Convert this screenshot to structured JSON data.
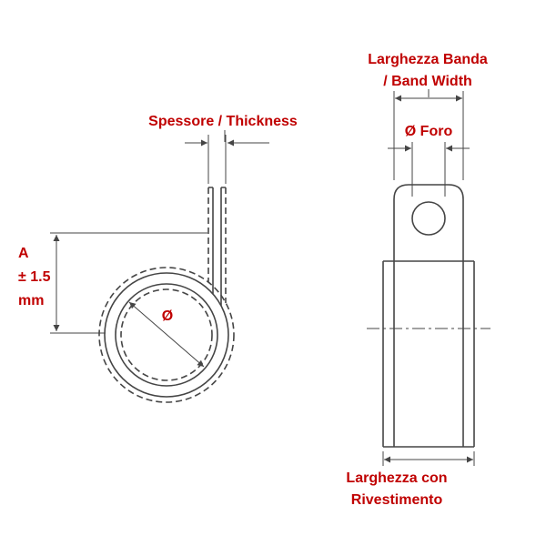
{
  "colors": {
    "label": "#c00000",
    "line": "#454545",
    "background": "#ffffff"
  },
  "side_view": {
    "thickness_label": "Spessore / Thickness",
    "a_label_line1": "A",
    "a_label_line2": "± 1.5",
    "a_label_line3": "mm",
    "loop_diameter_label": "Ø"
  },
  "front_view": {
    "band_width_label_line1": "Larghezza Banda",
    "band_width_label_line2": "/ Band Width",
    "hole_diameter_label": "Ø Foro",
    "coated_width_label_line1": "Larghezza con",
    "coated_width_label_line2": "Rivestimento"
  }
}
